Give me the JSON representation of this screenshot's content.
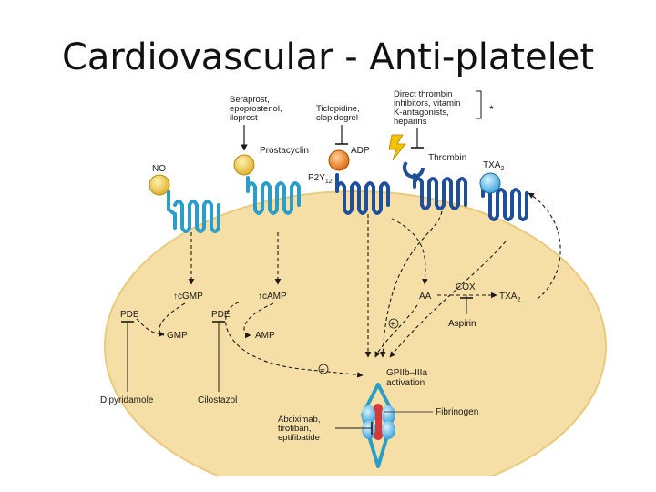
{
  "slide": {
    "title": "Cardiovascular - Anti-platelet"
  },
  "diagram": {
    "drugs_prostacyclin": [
      "Beraprost,",
      "epoprostenol,",
      "iloprost"
    ],
    "drugs_adp": [
      "Ticlopidine,",
      "clopidogrel"
    ],
    "drugs_thrombin": [
      "Direct thrombin",
      "inhibitors, vitamin",
      "K-antagonists,",
      "heparins"
    ],
    "asterisk": "*",
    "no": "NO",
    "prostacyclin": "Prostacyclin",
    "adp": "ADP",
    "thrombin": "Thrombin",
    "txa2_top": "TXA",
    "txa2_top_sub": "2",
    "p2y12": "P2Y",
    "p2y12_sub": "12",
    "cgmp": "↑cGMP",
    "camp": "↑cAMP",
    "aa": "AA",
    "cox": "COX",
    "txa2_mid": "TXA",
    "txa2_mid_sub": "2",
    "pde1": "PDE",
    "pde2": "PDE",
    "gmp": "GMP",
    "amp": "AMP",
    "aspirin": "Aspirin",
    "plus": "+",
    "minus": "−",
    "gpiib_line1": "GPIIb–IIIa",
    "gpiib_line2": "activation",
    "fibrinogen": "Fibrinogen",
    "dipyridamole": "Dipyridamole",
    "cilostazol": "Cilostazol",
    "abciximab": [
      "Abciximab,",
      "tirofiban,",
      "eptifibatide"
    ]
  }
}
